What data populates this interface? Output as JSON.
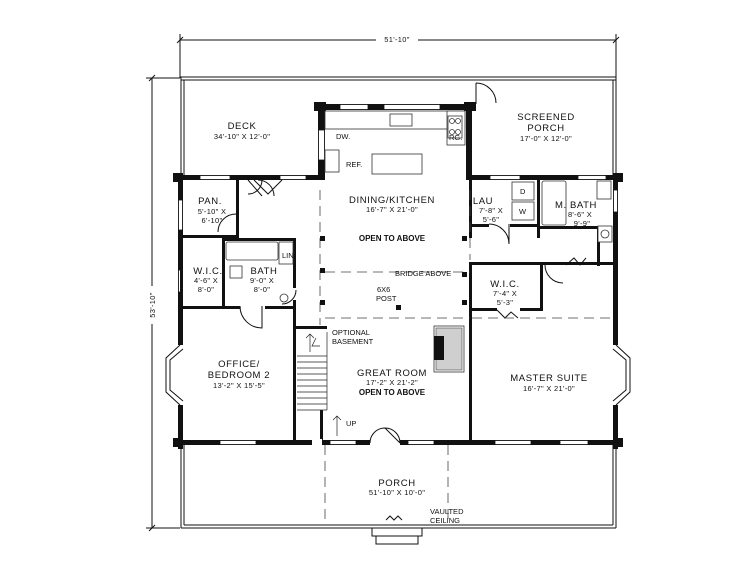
{
  "plan": {
    "overall_width": "51'-10\"",
    "overall_depth": "53'-10\"",
    "rooms": {
      "deck": {
        "name": "DECK",
        "size": "34'-10\" X 12'-0\""
      },
      "screened_porch": {
        "name1": "SCREENED",
        "name2": "PORCH",
        "size": "17'-0\" X 12'-0\""
      },
      "pantry": {
        "name": "PAN.",
        "size1": "5'-10\" X",
        "size2": "6'-10\""
      },
      "dining_kitchen": {
        "name": "DINING/KITCHEN",
        "size": "16'-7\" X 21'-0\"",
        "note": "OPEN TO ABOVE"
      },
      "laundry": {
        "name": "LAU",
        "size1": "7'-8\" X",
        "size2": "5'-6\""
      },
      "master_bath": {
        "name": "M. BATH",
        "size1": "8'-6\" X",
        "size2": "9'-9\""
      },
      "wic_left": {
        "name": "W.I.C.",
        "size1": "4'-6\" X",
        "size2": "8'-0\""
      },
      "bath": {
        "name": "BATH",
        "size1": "9'-0\" X",
        "size2": "8'-0\""
      },
      "wic_master": {
        "name": "W.I.C.",
        "size1": "7'-4\" X",
        "size2": "5'-3\""
      },
      "office": {
        "name1": "OFFICE/",
        "name2": "BEDROOM 2",
        "size": "13'-2\" X 15'-5\""
      },
      "great_room": {
        "name": "GREAT ROOM",
        "size": "17'-2\" X 21'-2\"",
        "note": "OPEN TO ABOVE"
      },
      "master_suite": {
        "name": "MASTER SUITE",
        "size": "16'-7\" X 21'-0\""
      },
      "porch": {
        "name": "PORCH",
        "size": "51'-10\" X 10'-0\""
      }
    },
    "notes": {
      "dw": "DW.",
      "rg": "RG.",
      "ref": "REF.",
      "bridge": "BRIDGE ABOVE",
      "post1": "6X6",
      "post2": "POST",
      "basement1": "OPTIONAL",
      "basement2": "BASEMENT",
      "up": "UP",
      "vaulted1": "VAULTED",
      "vaulted2": "CEILING",
      "lin": "LIN",
      "dryer": "D",
      "washer": "W"
    }
  }
}
